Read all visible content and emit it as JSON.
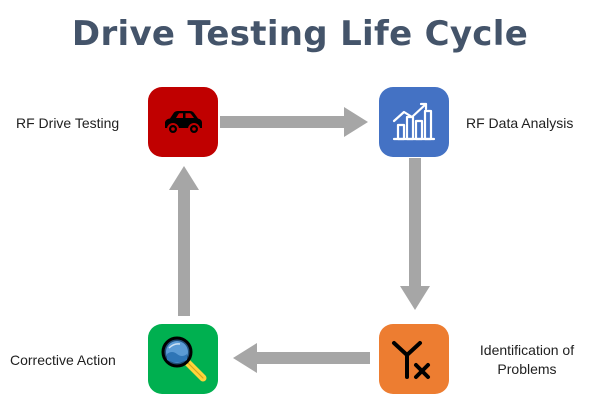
{
  "title": "Drive Testing Life Cycle",
  "colors": {
    "title": "#44546a",
    "arrow": "#a6a6a6",
    "drive_testing_node": "#c00000",
    "data_analysis_node": "#4472c4",
    "identification_node": "#ed7d31",
    "corrective_node": "#00b050"
  },
  "nodes": {
    "drive_testing": {
      "label": "RF Drive Testing",
      "icon": "car-icon"
    },
    "data_analysis": {
      "label": "RF Data Analysis",
      "icon": "bar-chart-growth-icon"
    },
    "identification": {
      "label_line1": "Identification of",
      "label_line2": "Problems",
      "icon": "antenna-no-signal-icon"
    },
    "corrective": {
      "label": "Corrective Action",
      "icon": "magnifier-icon"
    }
  }
}
